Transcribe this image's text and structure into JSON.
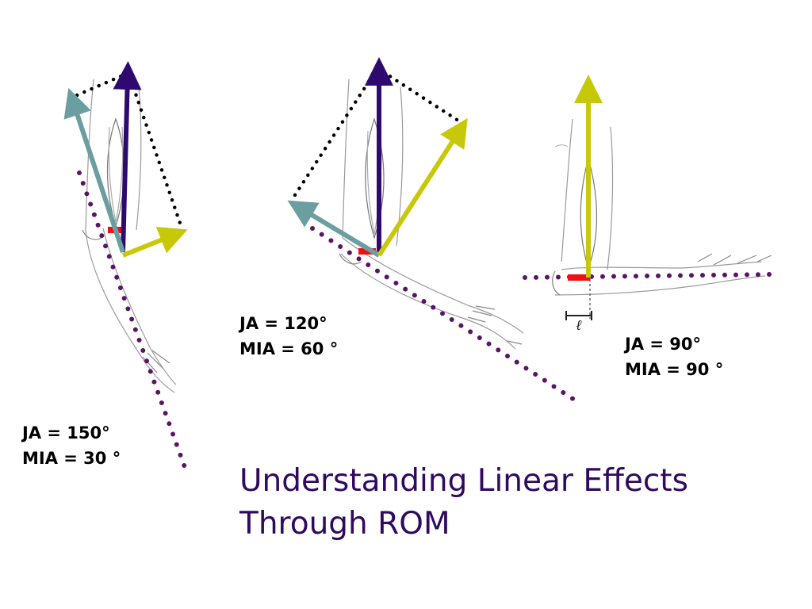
{
  "title": {
    "line1": "Understanding Linear Effects",
    "line2": "Through ROM"
  },
  "panels": [
    {
      "ja": "JA = 150°",
      "mia": "MIA = 30 °"
    },
    {
      "ja": "JA = 120°",
      "mia": "MIA = 60 °"
    },
    {
      "ja": "JA = 90°",
      "mia": "MIA = 90 °"
    }
  ],
  "figure_symbol": "ℓ",
  "colors": {
    "title": "#2f0a5e",
    "muscle_force_vector": "#2f0a6e",
    "rotary_component": "#c8c80a",
    "stabilizing_component": "#6a9ea0",
    "forearm_axis_dots": "#5a1466",
    "triangle_dots": "#000000",
    "elbow_marker": "#ee1111"
  }
}
